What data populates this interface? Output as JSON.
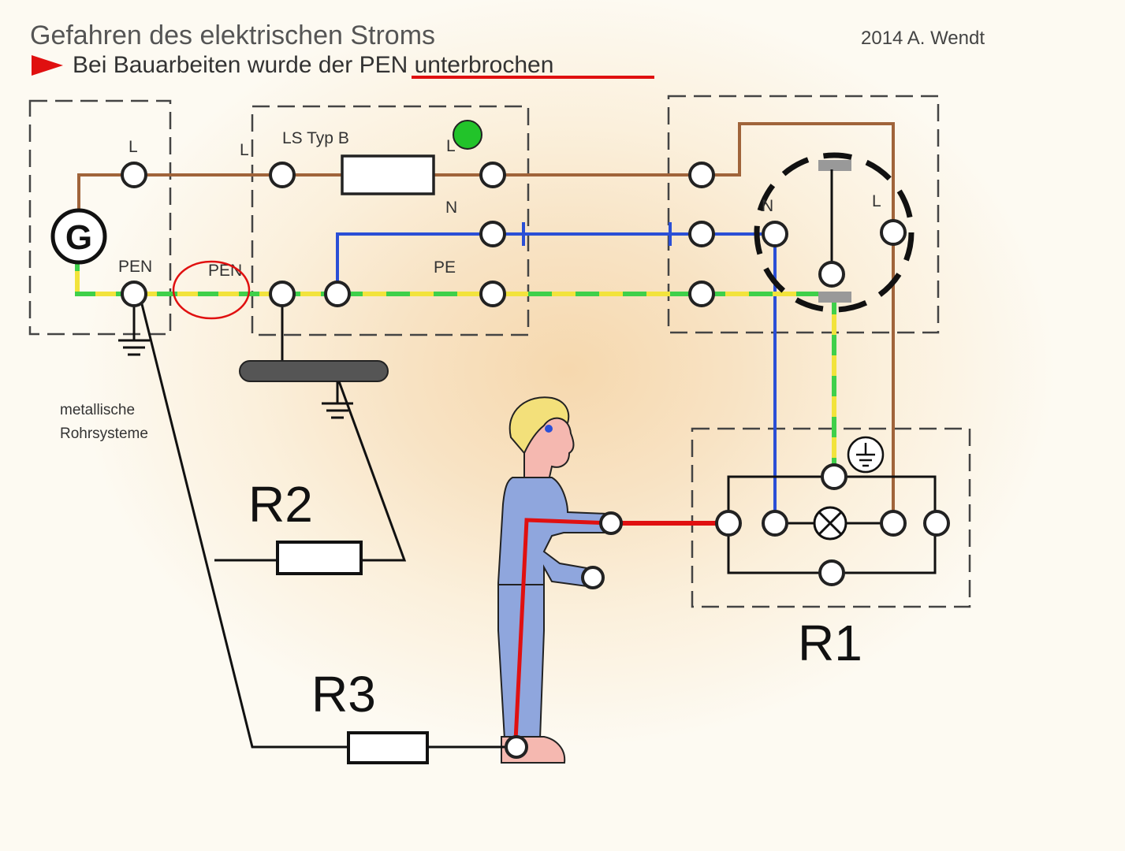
{
  "title": "Gefahren des elektrischen Stroms",
  "subtitle_prefix": "Bei Bauarbeiten wurde der",
  "subtitle_highlight": "PEN unterbrochen",
  "author": "2014 A. Wendt",
  "labels": {
    "gen_L": "L",
    "gen_PEN": "PEN",
    "generator_symbol": "G",
    "ls_L": "L",
    "ls_type": "LS Typ B",
    "ls_L_out": "L",
    "ls_N": "N",
    "ls_PE": "PE",
    "break_PEN": "PEN",
    "socket_N": "N",
    "socket_L": "L",
    "pipes_line1": "metallische",
    "pipes_line2": "Rohrsysteme"
  },
  "resistors": {
    "r1": "R1",
    "r2": "R2",
    "r3": "R3"
  },
  "colors": {
    "phase": "#a0643a",
    "neutral": "#2a4fd6",
    "pe_yellow": "#f2e33c",
    "pe_green": "#3fd04a",
    "fault_current": "#e01010",
    "status_led": "#22c32a",
    "person_body": "#8fa6dd",
    "person_skin": "#f5b8b0",
    "person_hair": "#f3e07a"
  },
  "icons": {
    "generator": "generator-icon",
    "ground": "ground-icon",
    "earth_terminal": "earth-terminal-icon",
    "lamp": "lamp-icon",
    "warning_arrow": "red-arrow-icon"
  }
}
